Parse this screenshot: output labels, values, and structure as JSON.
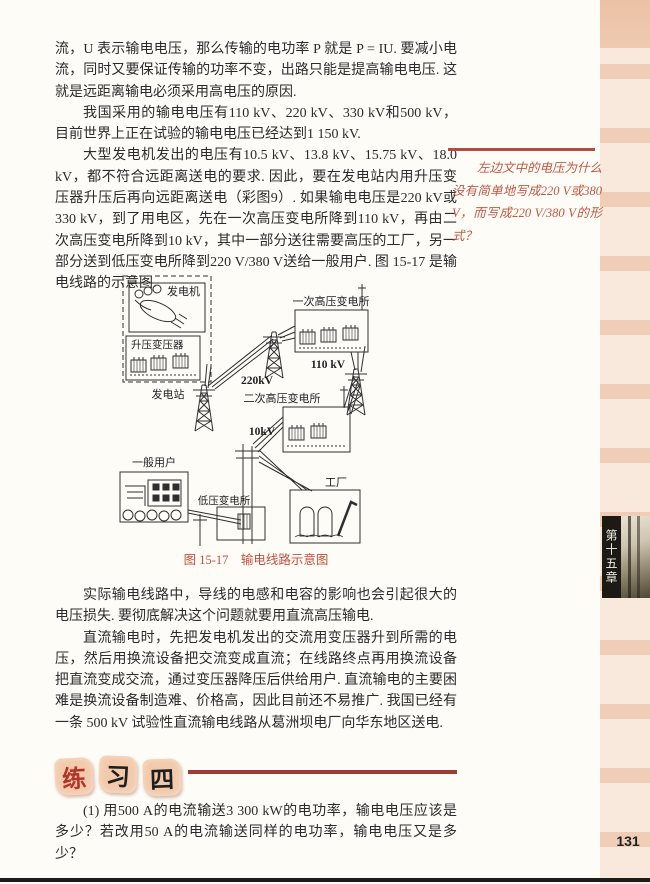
{
  "page": {
    "number": "131",
    "chapter_tab": "第十五章"
  },
  "main": {
    "paragraphs_top": [
      "流，U 表示输电电压，那么传输的电功率 P 就是 P = IU.  要减小电流，同时又要保证传输的功率不变，出路只能是提高输电电压.  这就是远距离输电必须采用高电压的原因.",
      "我国采用的输电电压有110 kV、220 kV、330 kV和500 kV，目前世界上正在试验的输电电压已经达到1 150 kV.",
      "大型发电机发出的电压有10.5 kV、13.8 kV、15.75 kV、18.0 kV，都不符合远距离送电的要求.  因此，要在发电站内用升压变压器升压后再向远距离送电（彩图9）.  如果输电电压是220 kV或330 kV，到了用电区，先在一次高压变电所降到110 kV，再由二次高压变电所降到10 kV，其中一部分送往需要高压的工厂，另一部分送到低压变电所降到220 V/380 V送给一般用户.  图 15-17 是输电线路的示意图."
    ],
    "paragraphs_bottom": [
      "实际输电线路中，导线的电感和电容的影响也会引起很大的电压损失.  要彻底解决这个问题就要用直流高压输电.",
      "直流输电时，先把发电机发出的交流用变压器升到所需的电压，然后用换流设备把交流变成直流；在线路终点再用换流设备把直流变成交流，通过变压器降压后供给用户.  直流输电的主要困难是换流设备制造难、价格高，因此目前还不易推广.  我国已经有一条 500 kV 试验性直流输电线路从葛洲坝电厂向华东地区送电."
    ]
  },
  "sidebar_note": {
    "text": "左边文中的电压为什么没有简单地写成220 V或380 V，而写成220 V/380 V的形式？"
  },
  "figure": {
    "caption": "图 15-17　输电线路示意图",
    "labels": {
      "generator": "发电机",
      "step_up_transformer": "升压变压器",
      "power_station": "发电站",
      "line_220kv": "220kV",
      "primary_substation": "一次高压变电所",
      "line_110kv": "110 kV",
      "secondary_substation": "二次高压变电所",
      "line_10kv": "10kV",
      "ordinary_users": "一般用户",
      "low_voltage_substation": "低压变电所",
      "factory": "工厂"
    }
  },
  "exercise": {
    "title_chars": [
      "练",
      "习",
      "四"
    ],
    "questions": [
      "(1) 用500 A的电流输送3 300 kW的电功率，输电电压应该是多少？若改用50 A的电流输送同样的电功率，输电电压又是多少？"
    ]
  },
  "colors": {
    "accent_rule_red": "#b24c3e",
    "note_red": "#c05843",
    "caption_red": "#c2503b",
    "banner_line_red": "#9e3d33",
    "margin_light": "#f8e9dc",
    "margin_stripe": "#f0cdb6"
  }
}
